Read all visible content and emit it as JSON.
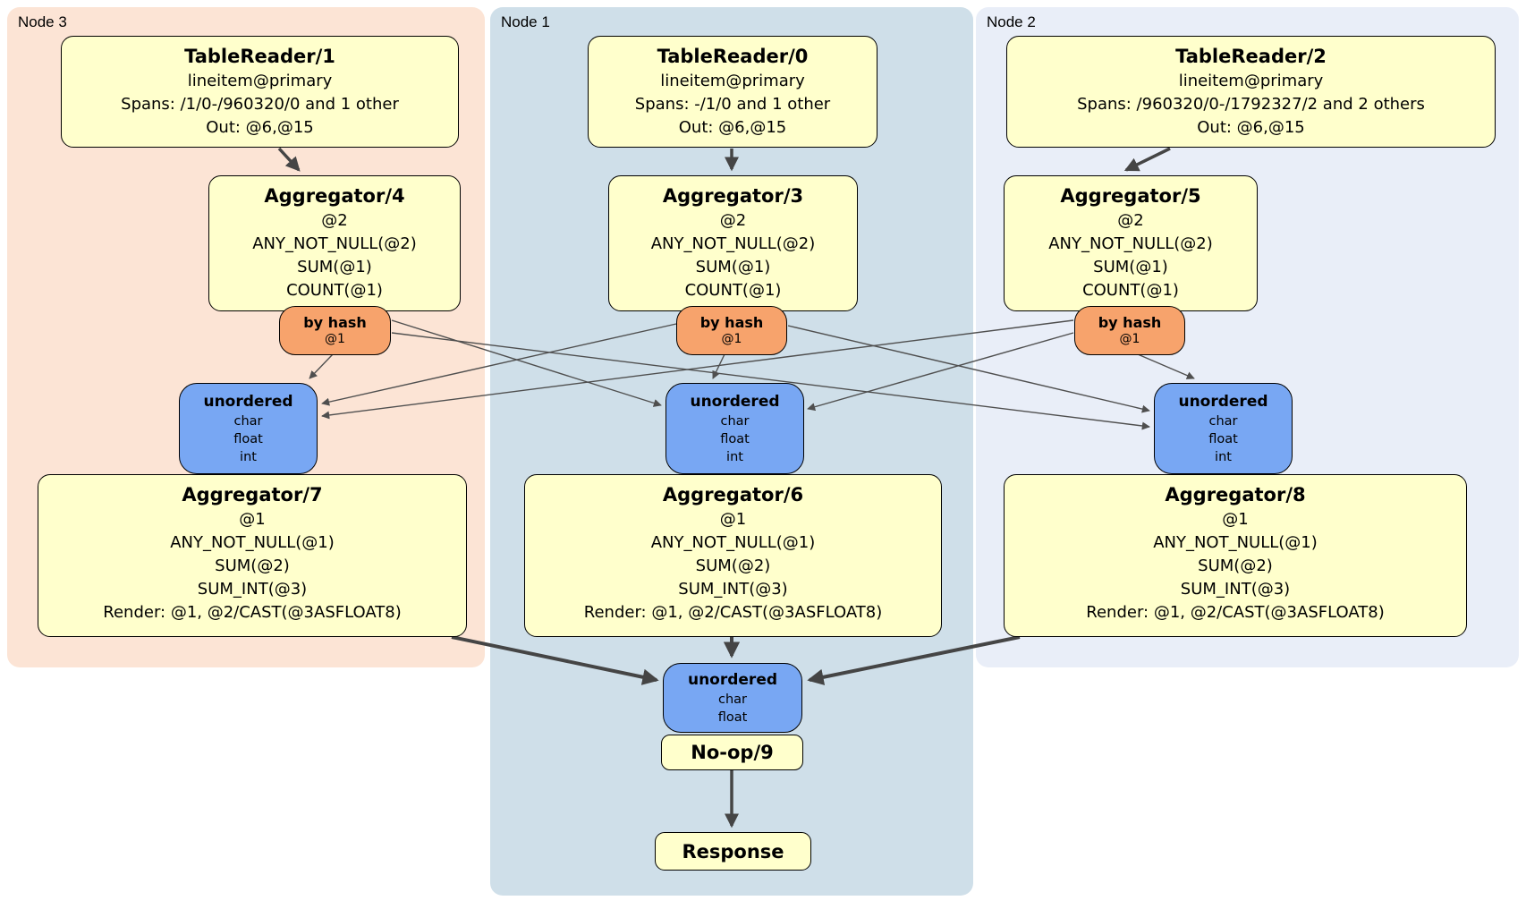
{
  "regions": [
    {
      "label": "Node 3"
    },
    {
      "label": "Node 1"
    },
    {
      "label": "Node 2"
    }
  ],
  "colors": {
    "node3_bg": "#fce4d5",
    "node1_bg": "#cfdfe9",
    "node2_bg": "#e9eef8",
    "processor_fill": "#ffffcc",
    "hash_router_fill": "#f7a36c",
    "sync_fill": "#78a7f3",
    "edge": "#4f4f4f"
  },
  "boxes": {
    "tr1": {
      "title": "TableReader/1",
      "lines": [
        "lineitem@primary",
        "Spans: /1/0-/960320/0 and 1 other",
        "Out: @6,@15"
      ]
    },
    "tr0": {
      "title": "TableReader/0",
      "lines": [
        "lineitem@primary",
        "Spans: -/1/0 and 1 other",
        "Out: @6,@15"
      ]
    },
    "tr2": {
      "title": "TableReader/2",
      "lines": [
        "lineitem@primary",
        "Spans: /960320/0-/1792327/2 and 2 others",
        "Out: @6,@15"
      ]
    },
    "agg4": {
      "title": "Aggregator/4",
      "lines": [
        "@2",
        "ANY_NOT_NULL(@2)",
        "SUM(@1)",
        "COUNT(@1)"
      ]
    },
    "agg3": {
      "title": "Aggregator/3",
      "lines": [
        "@2",
        "ANY_NOT_NULL(@2)",
        "SUM(@1)",
        "COUNT(@1)"
      ]
    },
    "agg5": {
      "title": "Aggregator/5",
      "lines": [
        "@2",
        "ANY_NOT_NULL(@2)",
        "SUM(@1)",
        "COUNT(@1)"
      ]
    },
    "hash3": {
      "title": "by hash",
      "lines": [
        "@1"
      ]
    },
    "hash1": {
      "title": "by hash",
      "lines": [
        "@1"
      ]
    },
    "hash2": {
      "title": "by hash",
      "lines": [
        "@1"
      ]
    },
    "sync3": {
      "title": "unordered",
      "lines": [
        "char",
        "float",
        "int"
      ]
    },
    "sync1": {
      "title": "unordered",
      "lines": [
        "char",
        "float",
        "int"
      ]
    },
    "sync2": {
      "title": "unordered",
      "lines": [
        "char",
        "float",
        "int"
      ]
    },
    "agg7": {
      "title": "Aggregator/7",
      "lines": [
        "@1",
        "ANY_NOT_NULL(@1)",
        "SUM(@2)",
        "SUM_INT(@3)",
        "Render: @1, @2/CAST(@3ASFLOAT8)"
      ]
    },
    "agg6": {
      "title": "Aggregator/6",
      "lines": [
        "@1",
        "ANY_NOT_NULL(@1)",
        "SUM(@2)",
        "SUM_INT(@3)",
        "Render: @1, @2/CAST(@3ASFLOAT8)"
      ]
    },
    "agg8": {
      "title": "Aggregator/8",
      "lines": [
        "@1",
        "ANY_NOT_NULL(@1)",
        "SUM(@2)",
        "SUM_INT(@3)",
        "Render: @1, @2/CAST(@3ASFLOAT8)"
      ]
    },
    "sync_final": {
      "title": "unordered",
      "lines": [
        "char",
        "float"
      ]
    },
    "noop": {
      "title": "No-op/9"
    },
    "response": {
      "title": "Response"
    }
  },
  "edges": [
    {
      "from": "TableReader/1",
      "to": "Aggregator/4"
    },
    {
      "from": "TableReader/0",
      "to": "Aggregator/3"
    },
    {
      "from": "TableReader/2",
      "to": "Aggregator/5"
    },
    {
      "from": "Aggregator/4 by hash @1",
      "to": "unordered Node 3"
    },
    {
      "from": "Aggregator/4 by hash @1",
      "to": "unordered Node 1"
    },
    {
      "from": "Aggregator/4 by hash @1",
      "to": "unordered Node 2"
    },
    {
      "from": "Aggregator/3 by hash @1",
      "to": "unordered Node 3"
    },
    {
      "from": "Aggregator/3 by hash @1",
      "to": "unordered Node 1"
    },
    {
      "from": "Aggregator/3 by hash @1",
      "to": "unordered Node 2"
    },
    {
      "from": "Aggregator/5 by hash @1",
      "to": "unordered Node 3"
    },
    {
      "from": "Aggregator/5 by hash @1",
      "to": "unordered Node 1"
    },
    {
      "from": "Aggregator/5 by hash @1",
      "to": "unordered Node 2"
    },
    {
      "from": "Aggregator/7",
      "to": "unordered final"
    },
    {
      "from": "Aggregator/6",
      "to": "unordered final"
    },
    {
      "from": "Aggregator/8",
      "to": "unordered final"
    },
    {
      "from": "No-op/9",
      "to": "Response"
    }
  ]
}
